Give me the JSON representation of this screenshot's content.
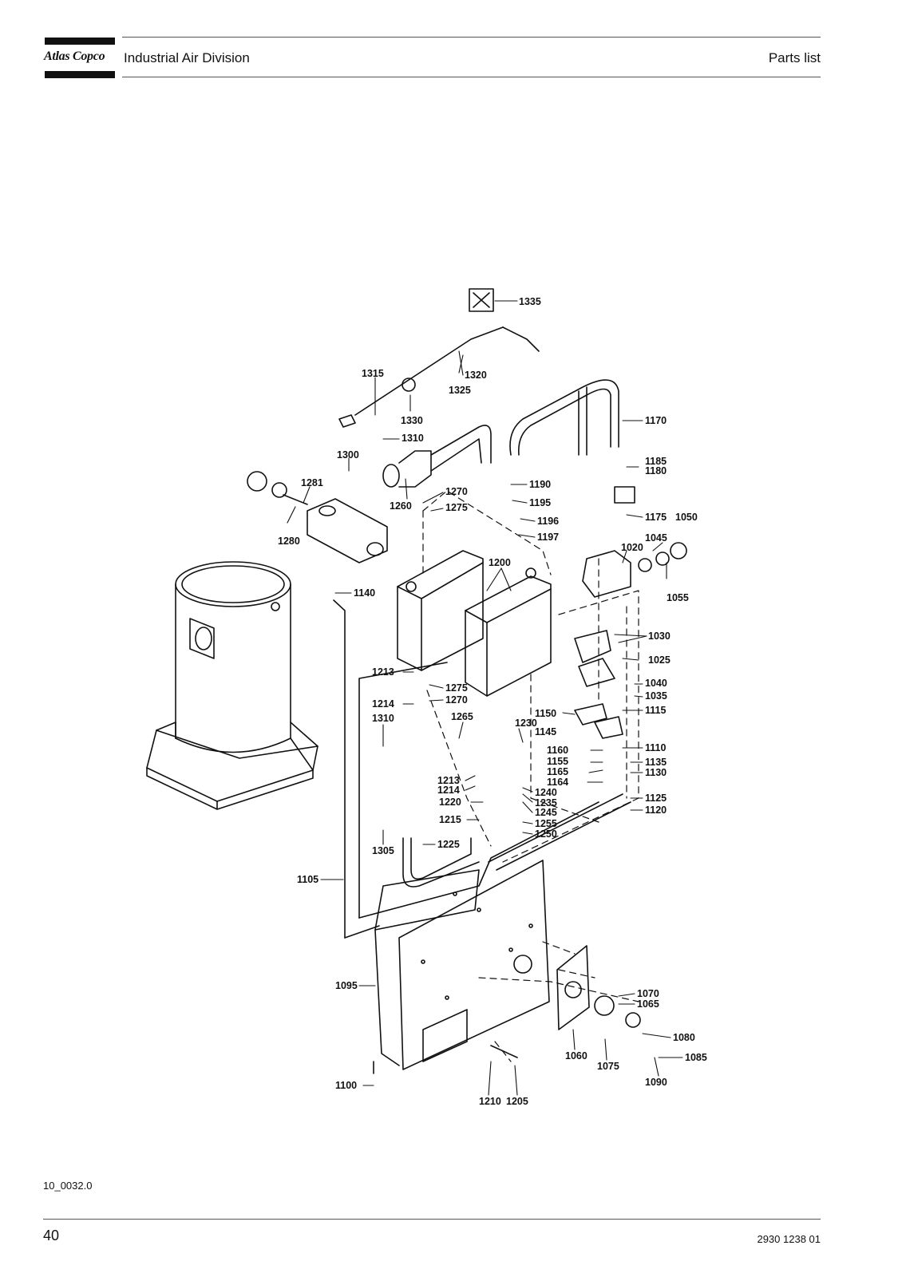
{
  "header": {
    "brand": "Atlas Copco",
    "division": "Industrial Air Division",
    "doc_type": "Parts list"
  },
  "callouts": [
    "1335",
    "1315",
    "1320",
    "1325",
    "1330",
    "1310",
    "1300",
    "1281",
    "1260",
    "1280",
    "1270",
    "1275",
    "1190",
    "1195",
    "1196",
    "1197",
    "1170",
    "1185",
    "1180",
    "1175",
    "1050",
    "1045",
    "1020",
    "1055",
    "1140",
    "1200",
    "1030",
    "1025",
    "1040",
    "1035",
    "1115",
    "1213",
    "1275",
    "1270",
    "1214",
    "1310",
    "1265",
    "1230",
    "1150",
    "1145",
    "1110",
    "1160",
    "1155",
    "1165",
    "1164",
    "1135",
    "1130",
    "1213",
    "1214",
    "1220",
    "1240",
    "1235",
    "1245",
    "1125",
    "1120",
    "1215",
    "1255",
    "1250",
    "1305",
    "1225",
    "1105",
    "1095",
    "1070",
    "1065",
    "1080",
    "1060",
    "1075",
    "1085",
    "1090",
    "1100",
    "1210",
    "1205"
  ],
  "footer": {
    "figure_ref": "10_0032.0",
    "page_number": "40",
    "doc_number": "2930 1238 01"
  }
}
